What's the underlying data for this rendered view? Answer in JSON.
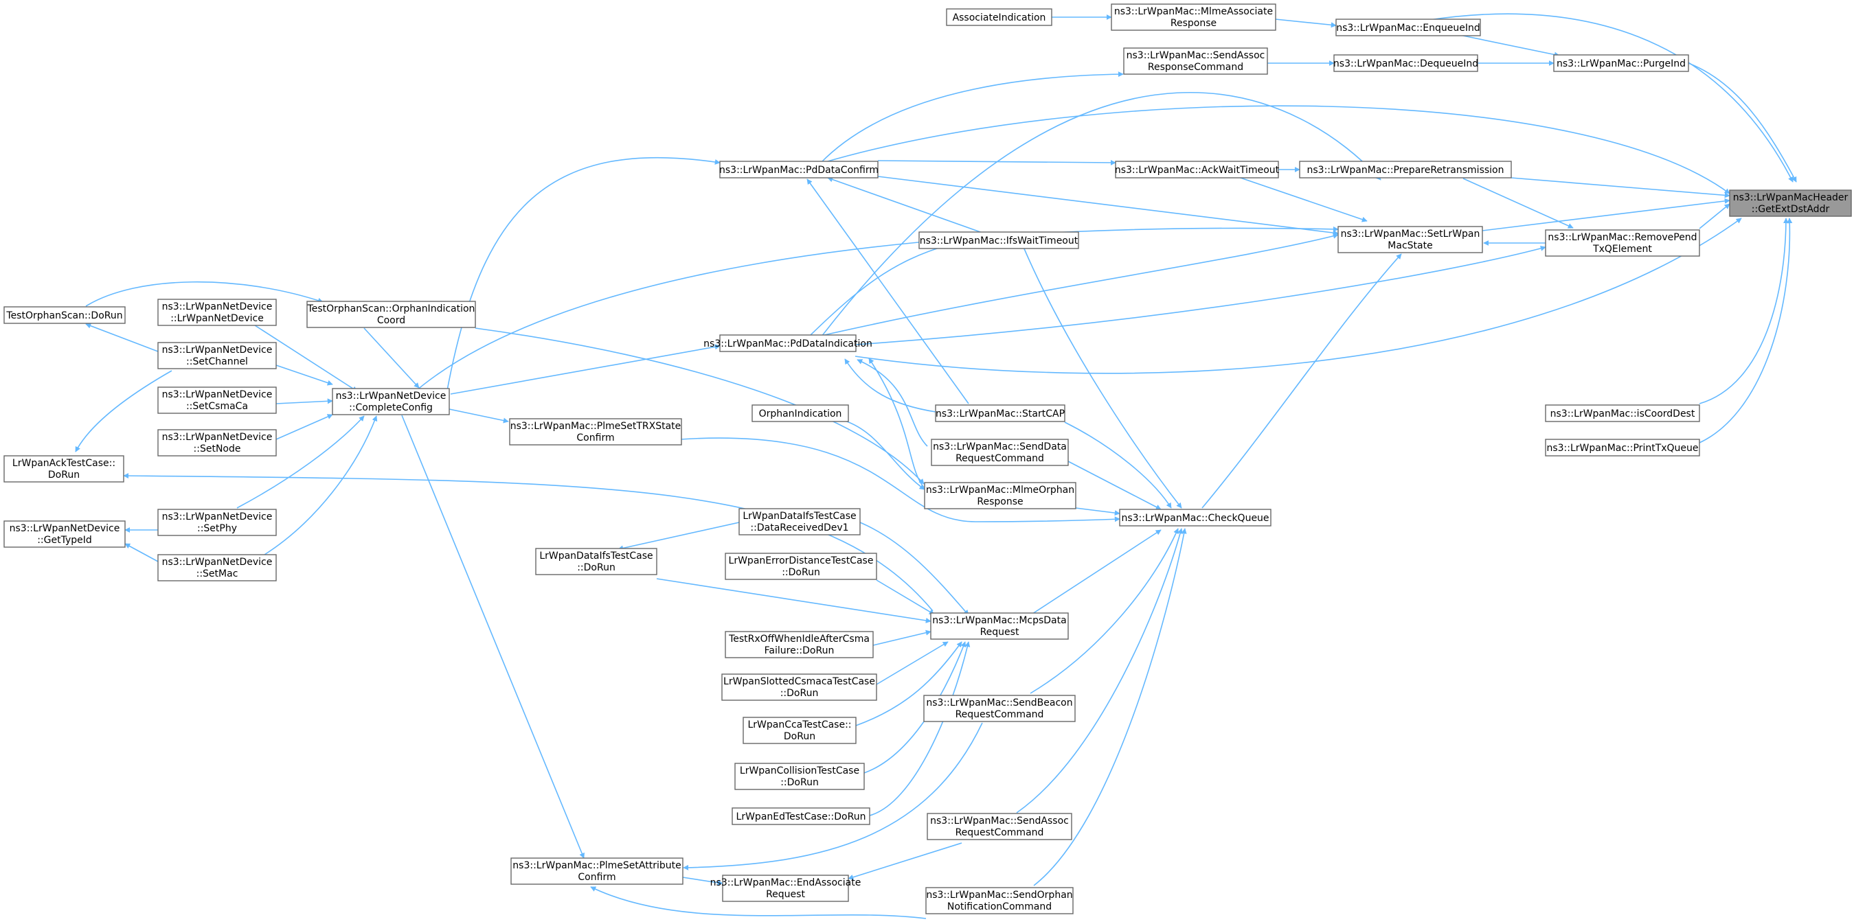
{
  "graph": {
    "nodes": [
      {
        "id": "target",
        "lines": [
          "ns3::LrWpanMacHeader",
          "::GetExtDstAddr"
        ],
        "highlight": true
      },
      {
        "id": "enqueueInd",
        "lines": [
          "ns3::LrWpanMac::EnqueueInd"
        ]
      },
      {
        "id": "purgeInd",
        "lines": [
          "ns3::LrWpanMac::PurgeInd"
        ]
      },
      {
        "id": "prepRetrans",
        "lines": [
          "ns3::LrWpanMac::PrepareRetransmission"
        ]
      },
      {
        "id": "setMacState",
        "lines": [
          "ns3::LrWpanMac::SetLrWpan",
          "MacState"
        ]
      },
      {
        "id": "removePend",
        "lines": [
          "ns3::LrWpanMac::RemovePend",
          "TxQElement"
        ]
      },
      {
        "id": "isCoordDest",
        "lines": [
          "ns3::LrWpanMac::isCoordDest"
        ]
      },
      {
        "id": "printTxQueue",
        "lines": [
          "ns3::LrWpanMac::PrintTxQueue"
        ]
      },
      {
        "id": "dequeueInd",
        "lines": [
          "ns3::LrWpanMac::DequeueInd"
        ]
      },
      {
        "id": "ackWait",
        "lines": [
          "ns3::LrWpanMac::AckWaitTimeout"
        ]
      },
      {
        "id": "mlmeAssocResp",
        "lines": [
          "ns3::LrWpanMac::MlmeAssociate",
          "Response"
        ]
      },
      {
        "id": "sendAssocResp",
        "lines": [
          "ns3::LrWpanMac::SendAssoc",
          "ResponseCommand"
        ]
      },
      {
        "id": "assocInd",
        "lines": [
          "AssociateIndication"
        ]
      },
      {
        "id": "pdDataConfirm",
        "lines": [
          "ns3::LrWpanMac::PdDataConfirm"
        ]
      },
      {
        "id": "ifsWait",
        "lines": [
          "ns3::LrWpanMac::IfsWaitTimeout"
        ]
      },
      {
        "id": "pdDataInd",
        "lines": [
          "ns3::LrWpanMac::PdDataIndication"
        ]
      },
      {
        "id": "startCap",
        "lines": [
          "ns3::LrWpanMac::StartCAP"
        ]
      },
      {
        "id": "sendDataReq",
        "lines": [
          "ns3::LrWpanMac::SendData",
          "RequestCommand"
        ]
      },
      {
        "id": "mlmeOrphanResp",
        "lines": [
          "ns3::LrWpanMac::MlmeOrphan",
          "Response"
        ]
      },
      {
        "id": "checkQueue",
        "lines": [
          "ns3::LrWpanMac::CheckQueue"
        ]
      },
      {
        "id": "orphanInd",
        "lines": [
          "OrphanIndication"
        ]
      },
      {
        "id": "mcpsDataReq",
        "lines": [
          "ns3::LrWpanMac::McpsData",
          "Request"
        ]
      },
      {
        "id": "sendBeaconReq",
        "lines": [
          "ns3::LrWpanMac::SendBeacon",
          "RequestCommand"
        ]
      },
      {
        "id": "sendAssocReq",
        "lines": [
          "ns3::LrWpanMac::SendAssoc",
          "RequestCommand"
        ]
      },
      {
        "id": "sendOrphanNotif",
        "lines": [
          "ns3::LrWpanMac::SendOrphan",
          "NotificationCommand"
        ]
      },
      {
        "id": "endAssocReq",
        "lines": [
          "ns3::LrWpanMac::EndAssociate",
          "Request"
        ]
      },
      {
        "id": "plmeSetAttr",
        "lines": [
          "ns3::LrWpanMac::PlmeSetAttribute",
          "Confirm"
        ]
      },
      {
        "id": "plmeSetTrx",
        "lines": [
          "ns3::LrWpanMac::PlmeSetTRXState",
          "Confirm"
        ]
      },
      {
        "id": "completeConfig",
        "lines": [
          "ns3::LrWpanNetDevice",
          "::CompleteConfig"
        ]
      },
      {
        "id": "orphanIndCoord",
        "lines": [
          "TestOrphanScan::OrphanIndication",
          "Coord"
        ]
      },
      {
        "id": "netDeviceCtor",
        "lines": [
          "ns3::LrWpanNetDevice",
          "::LrWpanNetDevice"
        ]
      },
      {
        "id": "setChannel",
        "lines": [
          "ns3::LrWpanNetDevice",
          "::SetChannel"
        ]
      },
      {
        "id": "setCsmaCa",
        "lines": [
          "ns3::LrWpanNetDevice",
          "::SetCsmaCa"
        ]
      },
      {
        "id": "setNode",
        "lines": [
          "ns3::LrWpanNetDevice",
          "::SetNode"
        ]
      },
      {
        "id": "setPhy",
        "lines": [
          "ns3::LrWpanNetDevice",
          "::SetPhy"
        ]
      },
      {
        "id": "setMac",
        "lines": [
          "ns3::LrWpanNetDevice",
          "::SetMac"
        ]
      },
      {
        "id": "testOrphanDoRun",
        "lines": [
          "TestOrphanScan::DoRun"
        ]
      },
      {
        "id": "ackTestDoRun",
        "lines": [
          "LrWpanAckTestCase::",
          "DoRun"
        ]
      },
      {
        "id": "getTypeId",
        "lines": [
          "ns3::LrWpanNetDevice",
          "::GetTypeId"
        ]
      },
      {
        "id": "dataIfsRecv",
        "lines": [
          "LrWpanDataIfsTestCase",
          "::DataReceivedDev1"
        ]
      },
      {
        "id": "dataIfsDoRun",
        "lines": [
          "LrWpanDataIfsTestCase",
          "::DoRun"
        ]
      },
      {
        "id": "errDistDoRun",
        "lines": [
          "LrWpanErrorDistanceTestCase",
          "::DoRun"
        ]
      },
      {
        "id": "rxOffDoRun",
        "lines": [
          "TestRxOffWhenIdleAfterCsma",
          "Failure::DoRun"
        ]
      },
      {
        "id": "slottedDoRun",
        "lines": [
          "LrWpanSlottedCsmacaTestCase",
          "::DoRun"
        ]
      },
      {
        "id": "ccaDoRun",
        "lines": [
          "LrWpanCcaTestCase::",
          "DoRun"
        ]
      },
      {
        "id": "collisionDoRun",
        "lines": [
          "LrWpanCollisionTestCase",
          "::DoRun"
        ]
      },
      {
        "id": "edDoRun",
        "lines": [
          "LrWpanEdTestCase::DoRun"
        ]
      }
    ]
  }
}
